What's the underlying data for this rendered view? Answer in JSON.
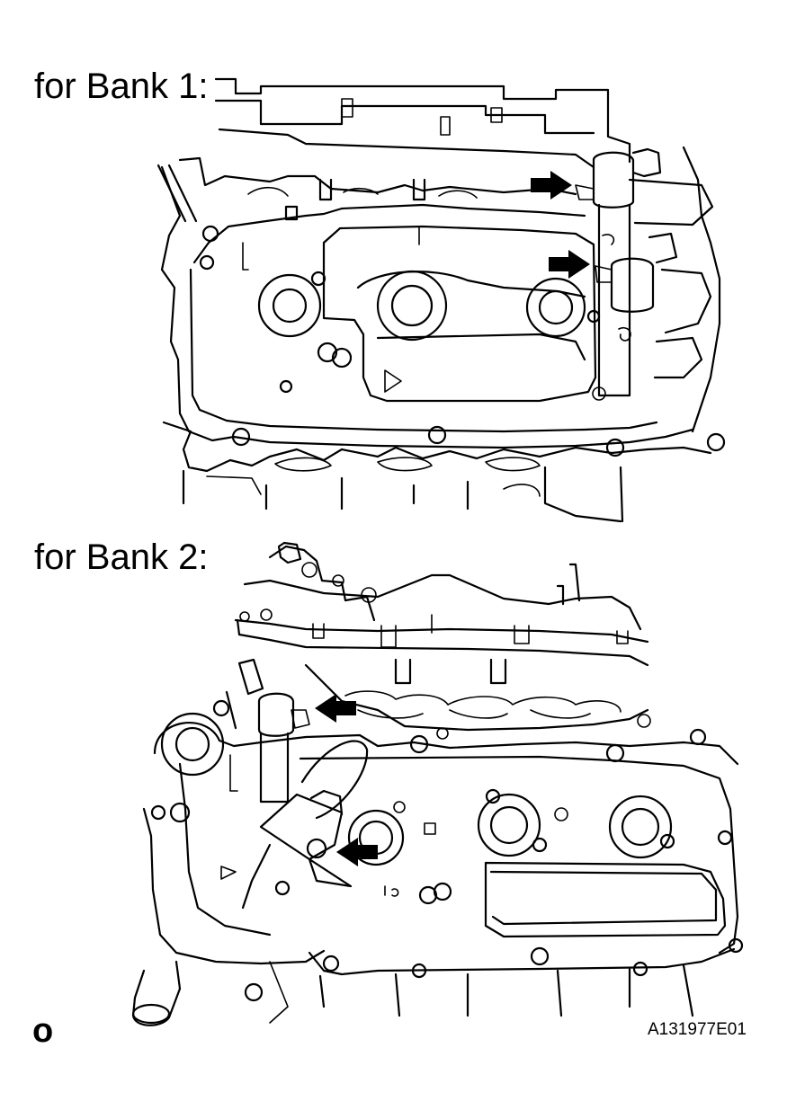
{
  "figure": {
    "bank1_label": "for Bank 1:",
    "bank2_label": "for Bank 2:",
    "corner_mark": "o",
    "figure_id": "A131977E01"
  },
  "callouts": {
    "count_bank1": 2,
    "count_bank2": 2,
    "icon": "arrow-icon"
  }
}
